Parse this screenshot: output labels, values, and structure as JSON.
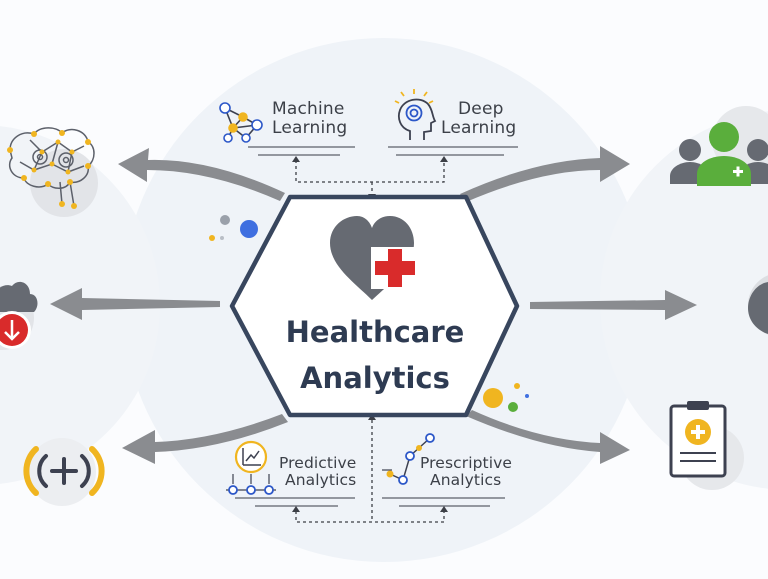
{
  "center": {
    "title_line1": "Healthcare",
    "title_line2": "Analytics"
  },
  "labels": {
    "machine_learning": [
      "Machine",
      "Learning"
    ],
    "deep_learning": [
      "Deep",
      "Learning"
    ],
    "predictive_analytics": [
      "Predictive",
      "Analytics"
    ],
    "prescriptive_analytics": [
      "Prescriptive",
      "Analytics"
    ]
  },
  "icons": {
    "center": "heart-cross-icon",
    "machine_learning": "neural-network-icon",
    "deep_learning": "head-target-icon",
    "predictive": "trend-chart-icon",
    "prescriptive": "connected-nodes-icon",
    "left_top": "brain-gears-icon",
    "left_mid": "cloud-download-icon",
    "left_bot": "medical-signal-icon",
    "right_top": "medical-team-icon",
    "right_mid": "partial-icon",
    "right_bot": "medical-clipboard-icon"
  },
  "colors": {
    "accent_red": "#d92b2b",
    "accent_green": "#5aae3c",
    "accent_yellow": "#f0b520",
    "accent_blue": "#2c57c8",
    "hexagon_border": "#38465e",
    "arrow_gray": "#8a8c90"
  }
}
